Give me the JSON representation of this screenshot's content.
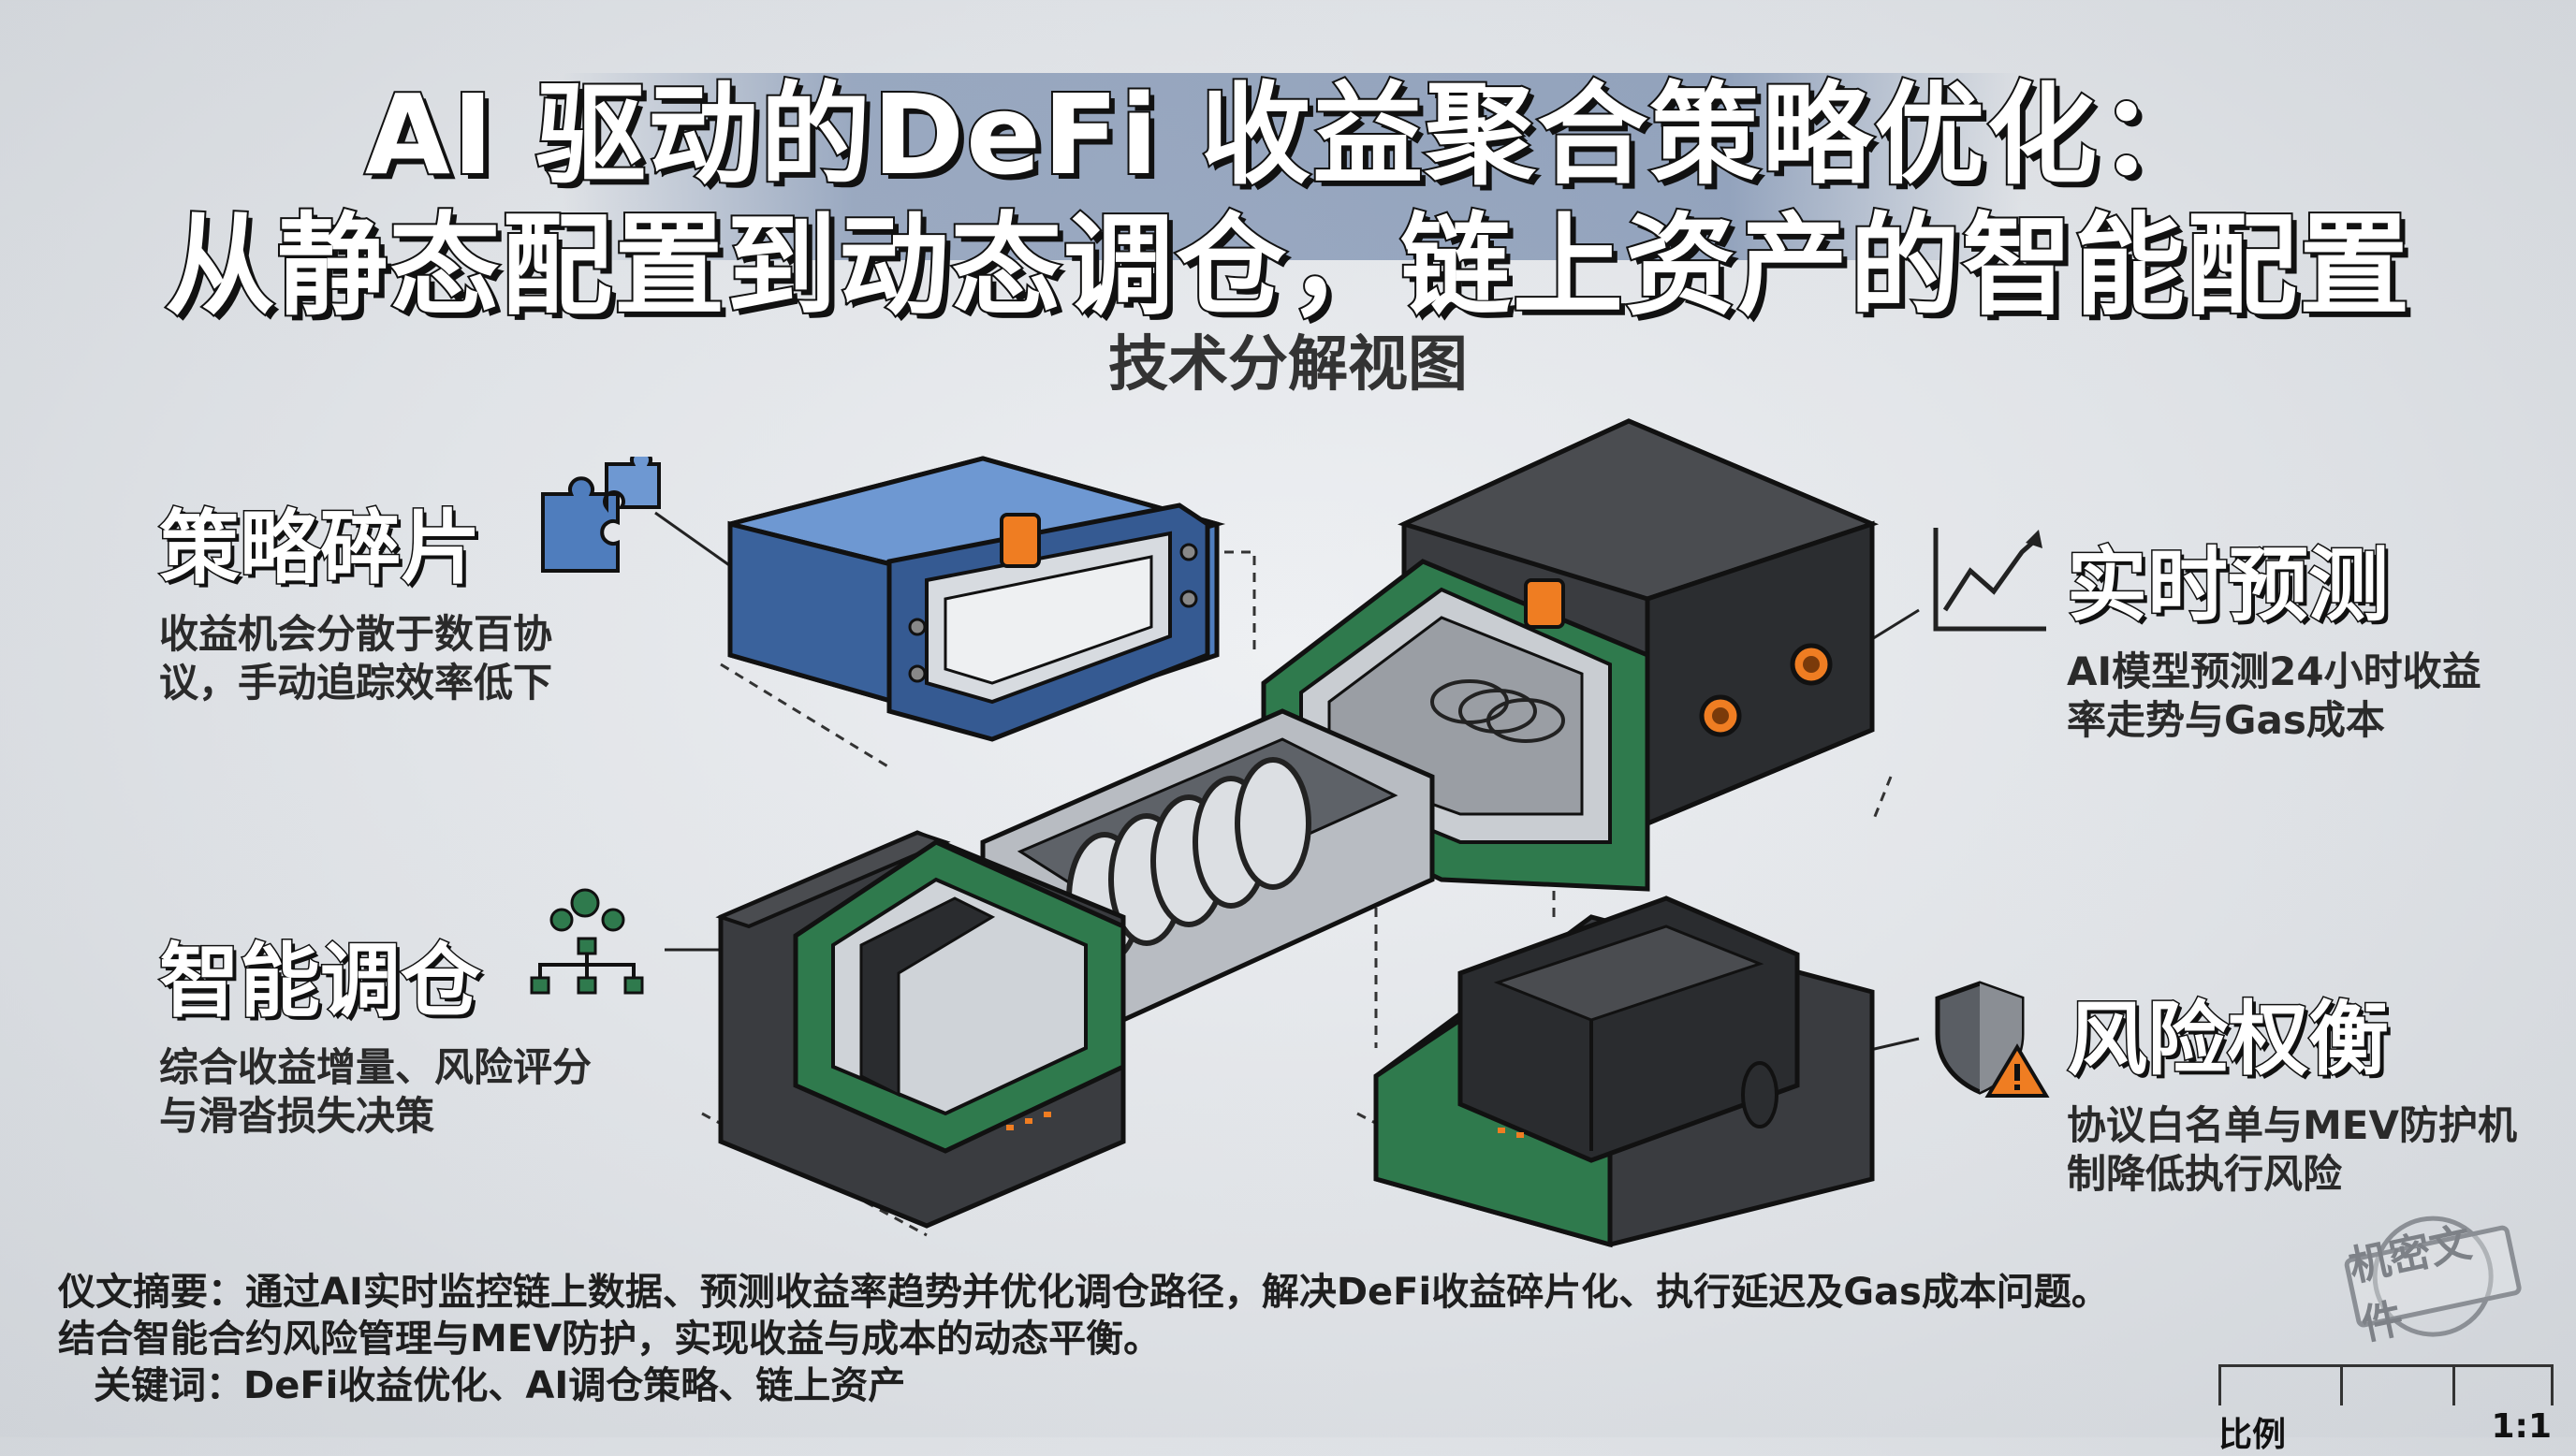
{
  "title_line1": "AI 驱动的DeFi 收益聚合策略优化：",
  "title_line2": "从静态配置到动态调仓，链上资产的智能配置",
  "subtitle": "技术分解视图",
  "callouts": {
    "fragment": {
      "heading": "策略碎片",
      "desc": [
        "收益机会分散于数百协",
        "议，手动追踪效率低下"
      ],
      "icon": "puzzle-icon"
    },
    "predict": {
      "heading": "实时预测",
      "desc": [
        "AI模型预测24小时收益",
        "率走势与Gas成本"
      ],
      "icon": "line-chart-icon"
    },
    "rebalance": {
      "heading": "智能调仓",
      "desc": [
        "综合收益增量、风险评分",
        "与滑沓损失决策"
      ],
      "icon": "gears-network-icon"
    },
    "risk": {
      "heading": "风险权衡",
      "desc": [
        "协议白名单与MEV防护机",
        "制降低执行风险"
      ],
      "icon": "shield-warning-icon"
    }
  },
  "abstract": {
    "line1": "仪文摘要：通过AI实时监控链上数据、预测收益率趋势并优化调仓路径，解决DeFi收益碎片化、执行延迟及Gas成本问题。",
    "line2": "结合智能合约风险管理与MEV防护，实现收益与成本的动态平衡。",
    "line3": "关键词：DeFi收益优化、AI调仓策略、链上资产"
  },
  "stamp": "机密文件",
  "scale": {
    "label": "比例",
    "value": "1:1"
  },
  "colors": {
    "blue_block": "#3f6aa8",
    "dark_block": "#2e3033",
    "green_frame": "#2f7a4d",
    "orange_accent": "#ef7d22"
  }
}
